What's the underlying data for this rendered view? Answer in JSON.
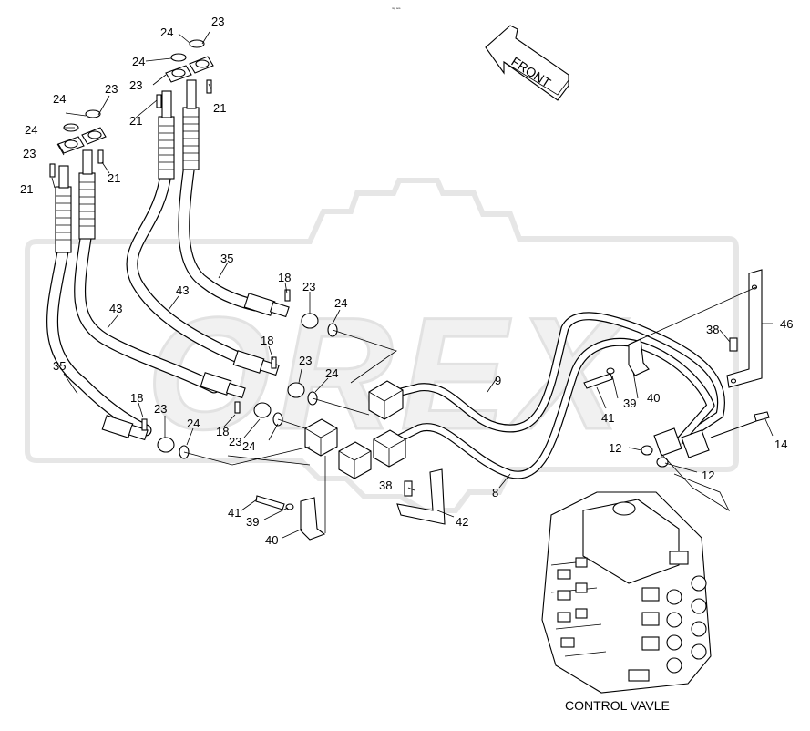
{
  "header_mark": "ᵐᵍ ᵒᵒᵒ",
  "front_label": "FRONT",
  "watermark": "OREX",
  "caption": "CONTROL VAVLE",
  "callouts": [
    "24",
    "23",
    "24",
    "23",
    "21",
    "21",
    "24",
    "23",
    "24",
    "23",
    "21",
    "21",
    "35",
    "43",
    "43",
    "35",
    "18",
    "23",
    "24",
    "18",
    "23",
    "24",
    "18",
    "23",
    "24",
    "18",
    "23",
    "24",
    "9",
    "8",
    "38",
    "46",
    "39",
    "40",
    "41",
    "12",
    "14",
    "12",
    "38",
    "42",
    "41",
    "39",
    "40"
  ],
  "colors": {
    "line": "#000000",
    "watermark": "#e6e6e6",
    "background": "#ffffff"
  }
}
